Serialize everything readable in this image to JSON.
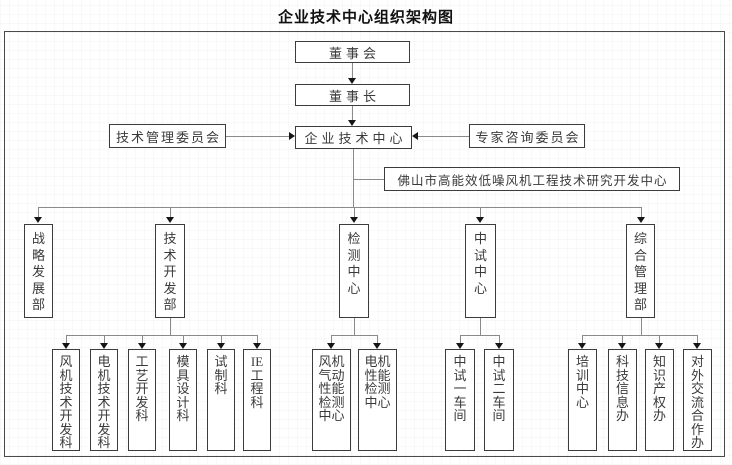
{
  "title": "企业技术中心组织架构图",
  "chart": {
    "top": {
      "board": "董事会",
      "chairman": "董事长",
      "tech_center": "企业技术中心",
      "tech_mgmt_committee": "技术管理委员会",
      "expert_committee": "专家咨询委员会",
      "rd_center": "佛山市高能效低噪风机工程技术研究开发中心"
    },
    "departments": {
      "strategy": "战略发展部",
      "tech_dev": "技术开发部",
      "testing": "检测中心",
      "pilot": "中试中心",
      "admin": "综合管理部"
    },
    "tech_dev_children": {
      "fan_tech": "风机技术开发科",
      "motor_tech": "电机技术开发科",
      "process": "工艺开发科",
      "mold": "模具设计科",
      "trial": "试制科",
      "ie": "IE工程科"
    },
    "testing_children": {
      "fan_aero": "风机气动性能检测中心",
      "motor_perf": "电机性能检测中心"
    },
    "pilot_children": {
      "workshop1": "中试一车间",
      "workshop2": "中试二车间"
    },
    "admin_children": {
      "training": "培训中心",
      "sci_info": "科技信息办",
      "ip_office": "知识产权办",
      "external": "对外交流合作办"
    }
  },
  "colors": {
    "box_border": "#3c3c3c",
    "connector_line": "#8a8a8a",
    "arrowhead": "#151515",
    "text": "#3a3a3a",
    "background": "#ffffff"
  }
}
